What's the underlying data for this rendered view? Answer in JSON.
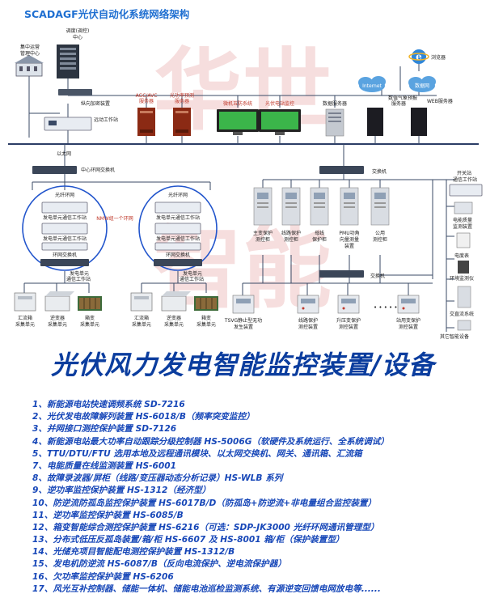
{
  "diagram": {
    "title": "SCADAGF光伏自动化系统网络架构",
    "watermark": [
      "华世",
      "智能"
    ],
    "nodes": {
      "grid_dispatch": "调度(调控)",
      "grid_center": "中心",
      "ops_center": [
        "集中运营",
        "管理中心"
      ],
      "browser": "浏览器",
      "internet": "Internet",
      "data_network": "数据网",
      "longitudinal_encryption": "纵向加密装置",
      "agc_avc": [
        "AGC/AVC",
        "服务器"
      ],
      "pv_forecast": [
        "光功率预测",
        "服务器"
      ],
      "five_prevention": "微机五防系统",
      "pv_monitor": "光伏电站监控",
      "data_server": "数据服务器",
      "weather_server": [
        "数值气象预报",
        "服务器"
      ],
      "web_server": "WEB服务器",
      "telecontrol_station": "远动工作站",
      "ethernet": "以太网",
      "center_ring_switch": "中心环网交换机",
      "switch_top": "交换机",
      "switch_bottom": "交换机",
      "switchyard_station": [
        "开关站",
        "通信工作站"
      ],
      "fiber_ring": "光纤环网",
      "gen_unit_comm_station": "发电单元通信工作站",
      "ring_switch": "环网交换机",
      "gen_unit_station_bottom": [
        "发电单元",
        "通信工作站"
      ],
      "nmw_ring": "NMW组一个环网",
      "combiner_box": [
        "汇流箱",
        "采集单元"
      ],
      "inverter": [
        "逆变器",
        "采集单元"
      ],
      "box_transformer": [
        "箱变",
        "采集单元"
      ],
      "cabinets": [
        [
          "主变保护",
          "测控柜"
        ],
        [
          "线路保护",
          "测控柜"
        ],
        [
          "母线",
          "保护柜"
        ],
        [
          "PMU功角",
          "向量测量",
          "装置"
        ],
        [
          "公用",
          "测控柜"
        ]
      ],
      "power_quality": [
        "电能质量",
        "监测装置"
      ],
      "energy_meter": "电度表",
      "env_monitor": "环境监测仪",
      "dc_system": "交直流系统",
      "other_devices": "其它智能设备",
      "svg_device": [
        "TSVG静止型无功",
        "发生装置"
      ],
      "line_protection": [
        "线路保护",
        "测控装置"
      ],
      "step_up_protection": [
        "升压变保护",
        "测控装置"
      ],
      "station_transformer": [
        "站用变保护",
        "测控装置"
      ],
      "ellipsis": "• • • • •"
    }
  },
  "headline": "光伏风力发电智能监控装置/设备",
  "product_list": [
    "1、新能源电站快速调频系统 SD-7216",
    "2、光伏发电故障解列装置 HS-6018/B（频率突变监控）",
    "3、并网接口测控保护装置 SD-7126",
    "4、新能源电站最大功率自动跟踪分级控制器 HS-5006G（软硬件及系统运行、全系统调试）",
    "5、TTU/DTU/FTU 选用本地及远程通讯模块、以太网交换机、网关、通讯箱、汇流箱",
    "7、电能质量在线监测装置 HS-6001",
    "8、故障录波器/屏柜（线路/变压器动态分析记录）HS-WLB 系列",
    "9、逆功率监控保护装置 HS-1312（经济型）",
    "10、防逆流防孤岛监控保护装置 HS-6017B/D（防孤岛+防逆流+非电量组合监控装置）",
    "11、逆功率监控保护装置 HS-6085/B",
    "12、箱变智能综合测控保护装置 HS-6216（可选：SDP-JK3000 光纤环网通讯管理型）",
    "13、分布式低压反孤岛装置/箱/柜 HS-6607 及 HS-8001 箱/柜（保护装置型）",
    "14、光储充项目智能配电测控保护装置 HS-1312/B",
    "15、发电机防逆流 HS-6087/B（反向电流保护、逆电流保护器）",
    "16、欠功率监控保护装置 HS-6206",
    "17、风光互补控制器、储能一体机、储能电池巡检监测系统、有源逆变回馈电网放电等......"
  ],
  "colors": {
    "title_blue": "#1f6fd1",
    "headline_blue": "#0b3d9e",
    "list_blue": "#1747b8",
    "ring_blue": "#2255cc",
    "nmw_red": "#c0392b",
    "watermark_red": "#f2c9c9",
    "monitor_green": "#3bb54a",
    "server_red": "#8b2a14"
  }
}
